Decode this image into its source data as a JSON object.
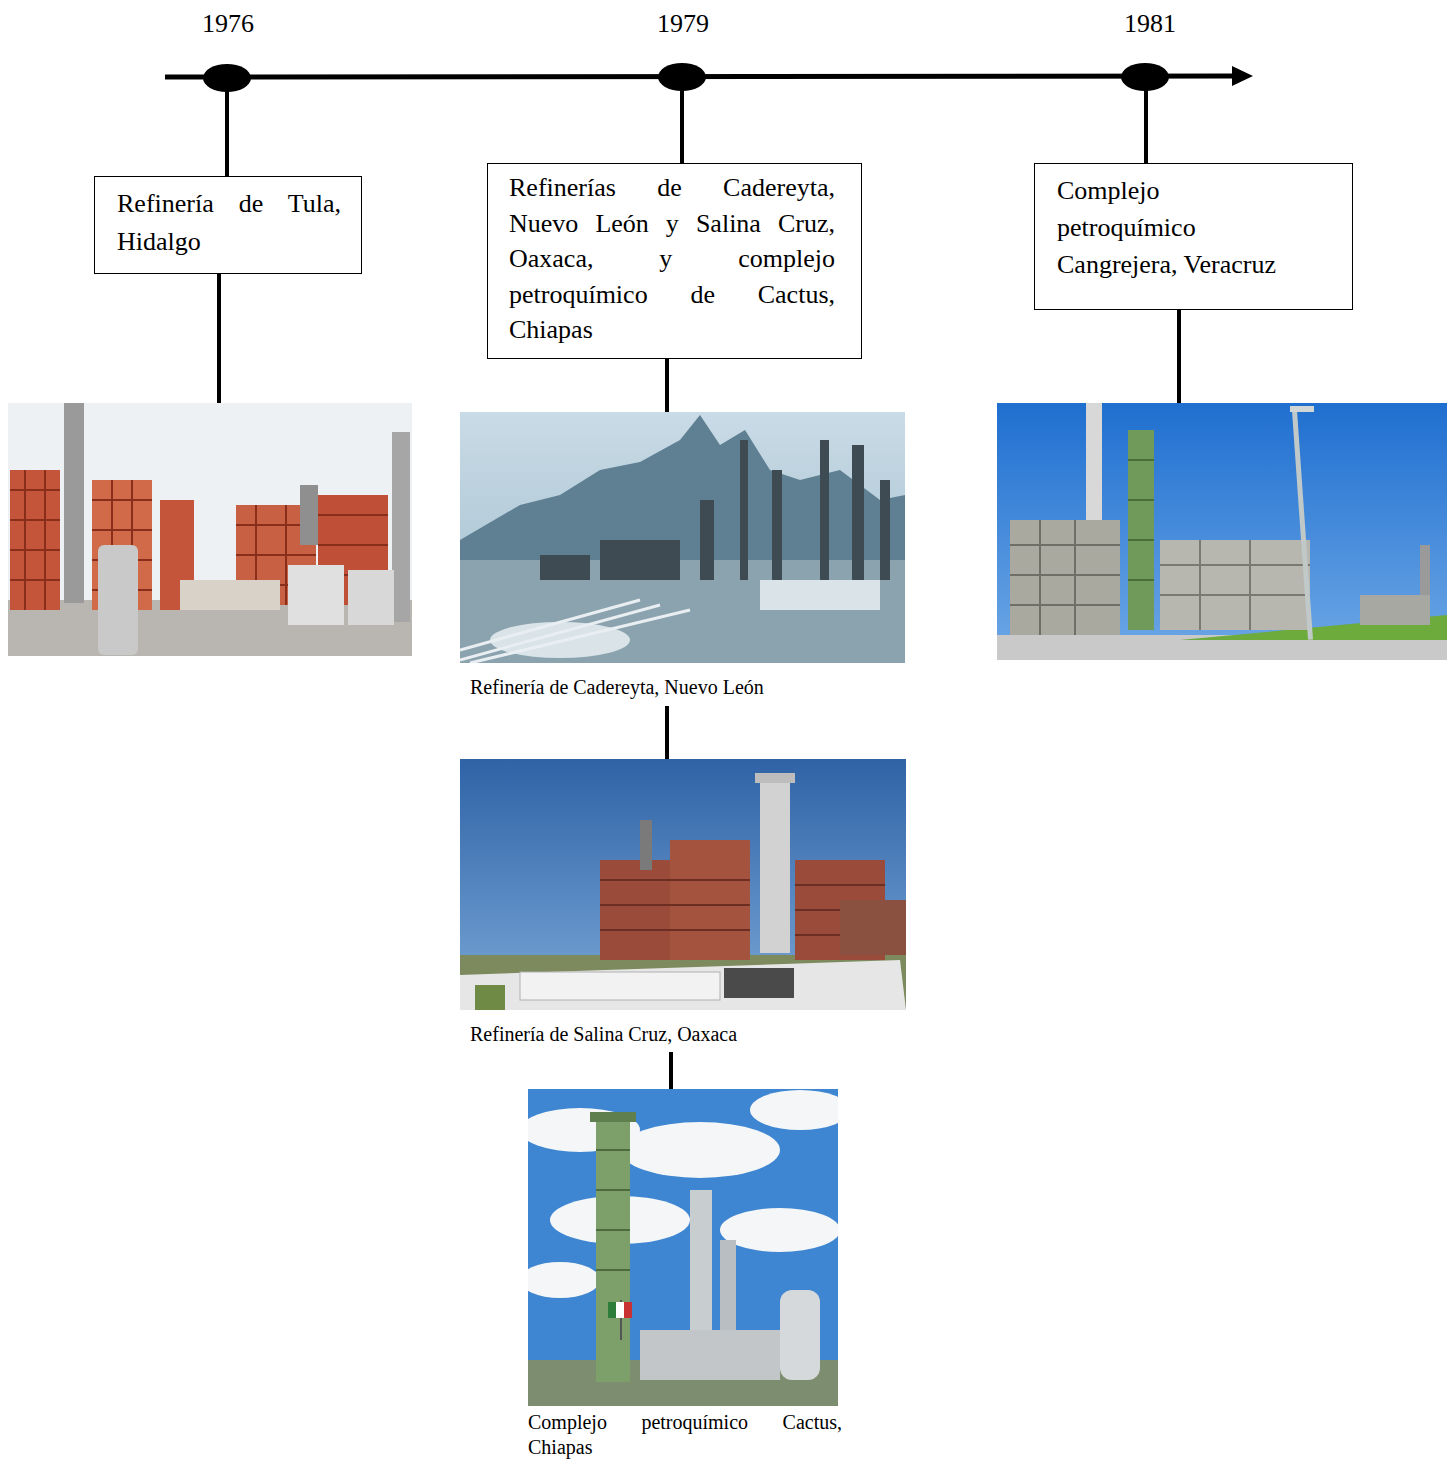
{
  "diagram": {
    "nodes": [
      {
        "text": [
          "Refinería de Tula, Hidalgo"
        ]
      },
      {
        "text": [
          "Refinerías de Cadereyta, Nuevo León y Salina Cruz, Oaxaca, y complejo petroquímico de Cactus, Chiapas"
        ]
      },
      {
        "text": [
          "Complejo petroquímico Cangrejera, Veracruz"
        ]
      }
    ],
    "labels": [
      "1976",
      "1979",
      "1981",
      "Refinería de Cadereyta, Nuevo León",
      "Refinería de Salina Cruz, Oaxaca",
      "Complejo petroquímico Cactus, Chiapas"
    ]
  }
}
